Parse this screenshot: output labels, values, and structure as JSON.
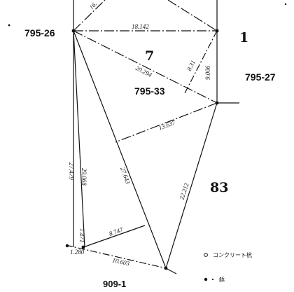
{
  "lots": {
    "lot_795_26": "795-26",
    "lot_795_27": "795-27",
    "lot_795_33": "795-33",
    "lot_909_1": "909-1"
  },
  "parcels": {
    "parcel_1": "1",
    "parcel_7": "7",
    "parcel_83": "83"
  },
  "distances": {
    "top_diag": "16.",
    "top_edge": "18.142",
    "mid_diag": "20.294",
    "short_diag": "8.31",
    "right_vertical": "9.006",
    "low_diag": "13.637",
    "left_vertical_a": "27.479",
    "left_vertical_b": "29.068",
    "center_diag": "27.643",
    "right_lower_diag": "22.212",
    "short_left": "1.471",
    "bottom_short": "8.747",
    "bottom_edge": "10.603",
    "corner_mark": "1.280"
  },
  "legend": {
    "concrete_pile": "コンクリート杭",
    "rivet": "鋲"
  }
}
